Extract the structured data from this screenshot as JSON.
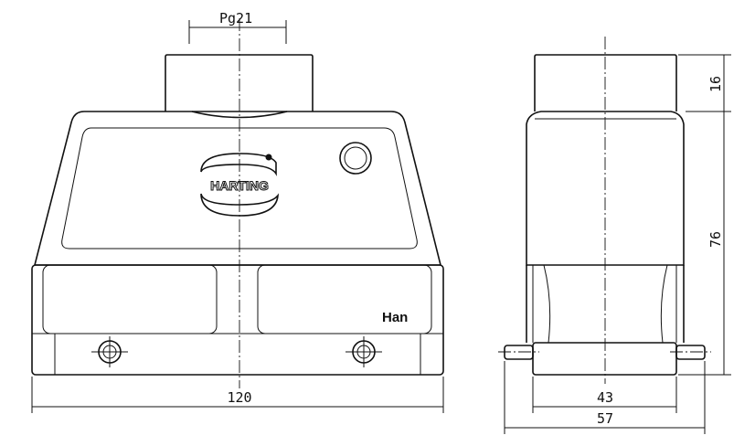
{
  "drawing": {
    "brand_logo": "HARTING",
    "product_label": "Han",
    "dimensions": {
      "thread": "Pg21",
      "front_width": "120",
      "boss_height": "16",
      "body_height": "76",
      "base_width": "43",
      "overall_depth": "57"
    }
  }
}
